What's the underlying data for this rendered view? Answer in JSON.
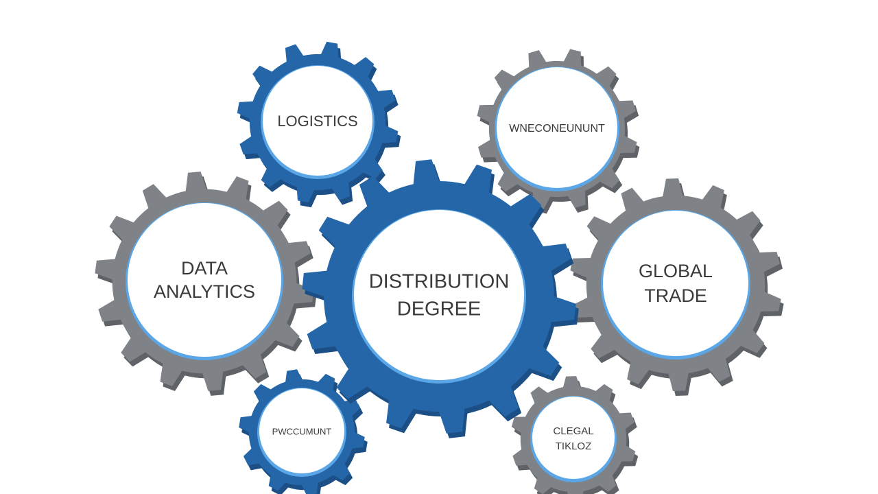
{
  "colors": {
    "blue": "#2466a8",
    "blue_dark": "#1b4f86",
    "grey": "#7f8387",
    "grey_dark": "#5f6367",
    "rim_accent": "#5aa6e6",
    "face": "#ffffff",
    "text": "#3a3a3a"
  },
  "gears": [
    {
      "id": "logistics",
      "color": "blue",
      "lines": [
        "LOGISTICS"
      ]
    },
    {
      "id": "top-right",
      "color": "grey",
      "lines": [
        "WNECONEUNUNT"
      ]
    },
    {
      "id": "data-analytics",
      "color": "grey",
      "lines": [
        "DATA",
        "ANALYTICS"
      ]
    },
    {
      "id": "distribution-degree",
      "color": "blue",
      "lines": [
        "DISTRIBUTION",
        "DEGREE"
      ]
    },
    {
      "id": "global-trade",
      "color": "grey",
      "lines": [
        "GLOBAL",
        "TRADE"
      ]
    },
    {
      "id": "bottom-left",
      "color": "blue",
      "lines": [
        "PWCCUMUNT"
      ]
    },
    {
      "id": "bottom-right",
      "color": "grey",
      "lines": [
        "CLEGAL",
        "TIKLOZ"
      ]
    }
  ]
}
